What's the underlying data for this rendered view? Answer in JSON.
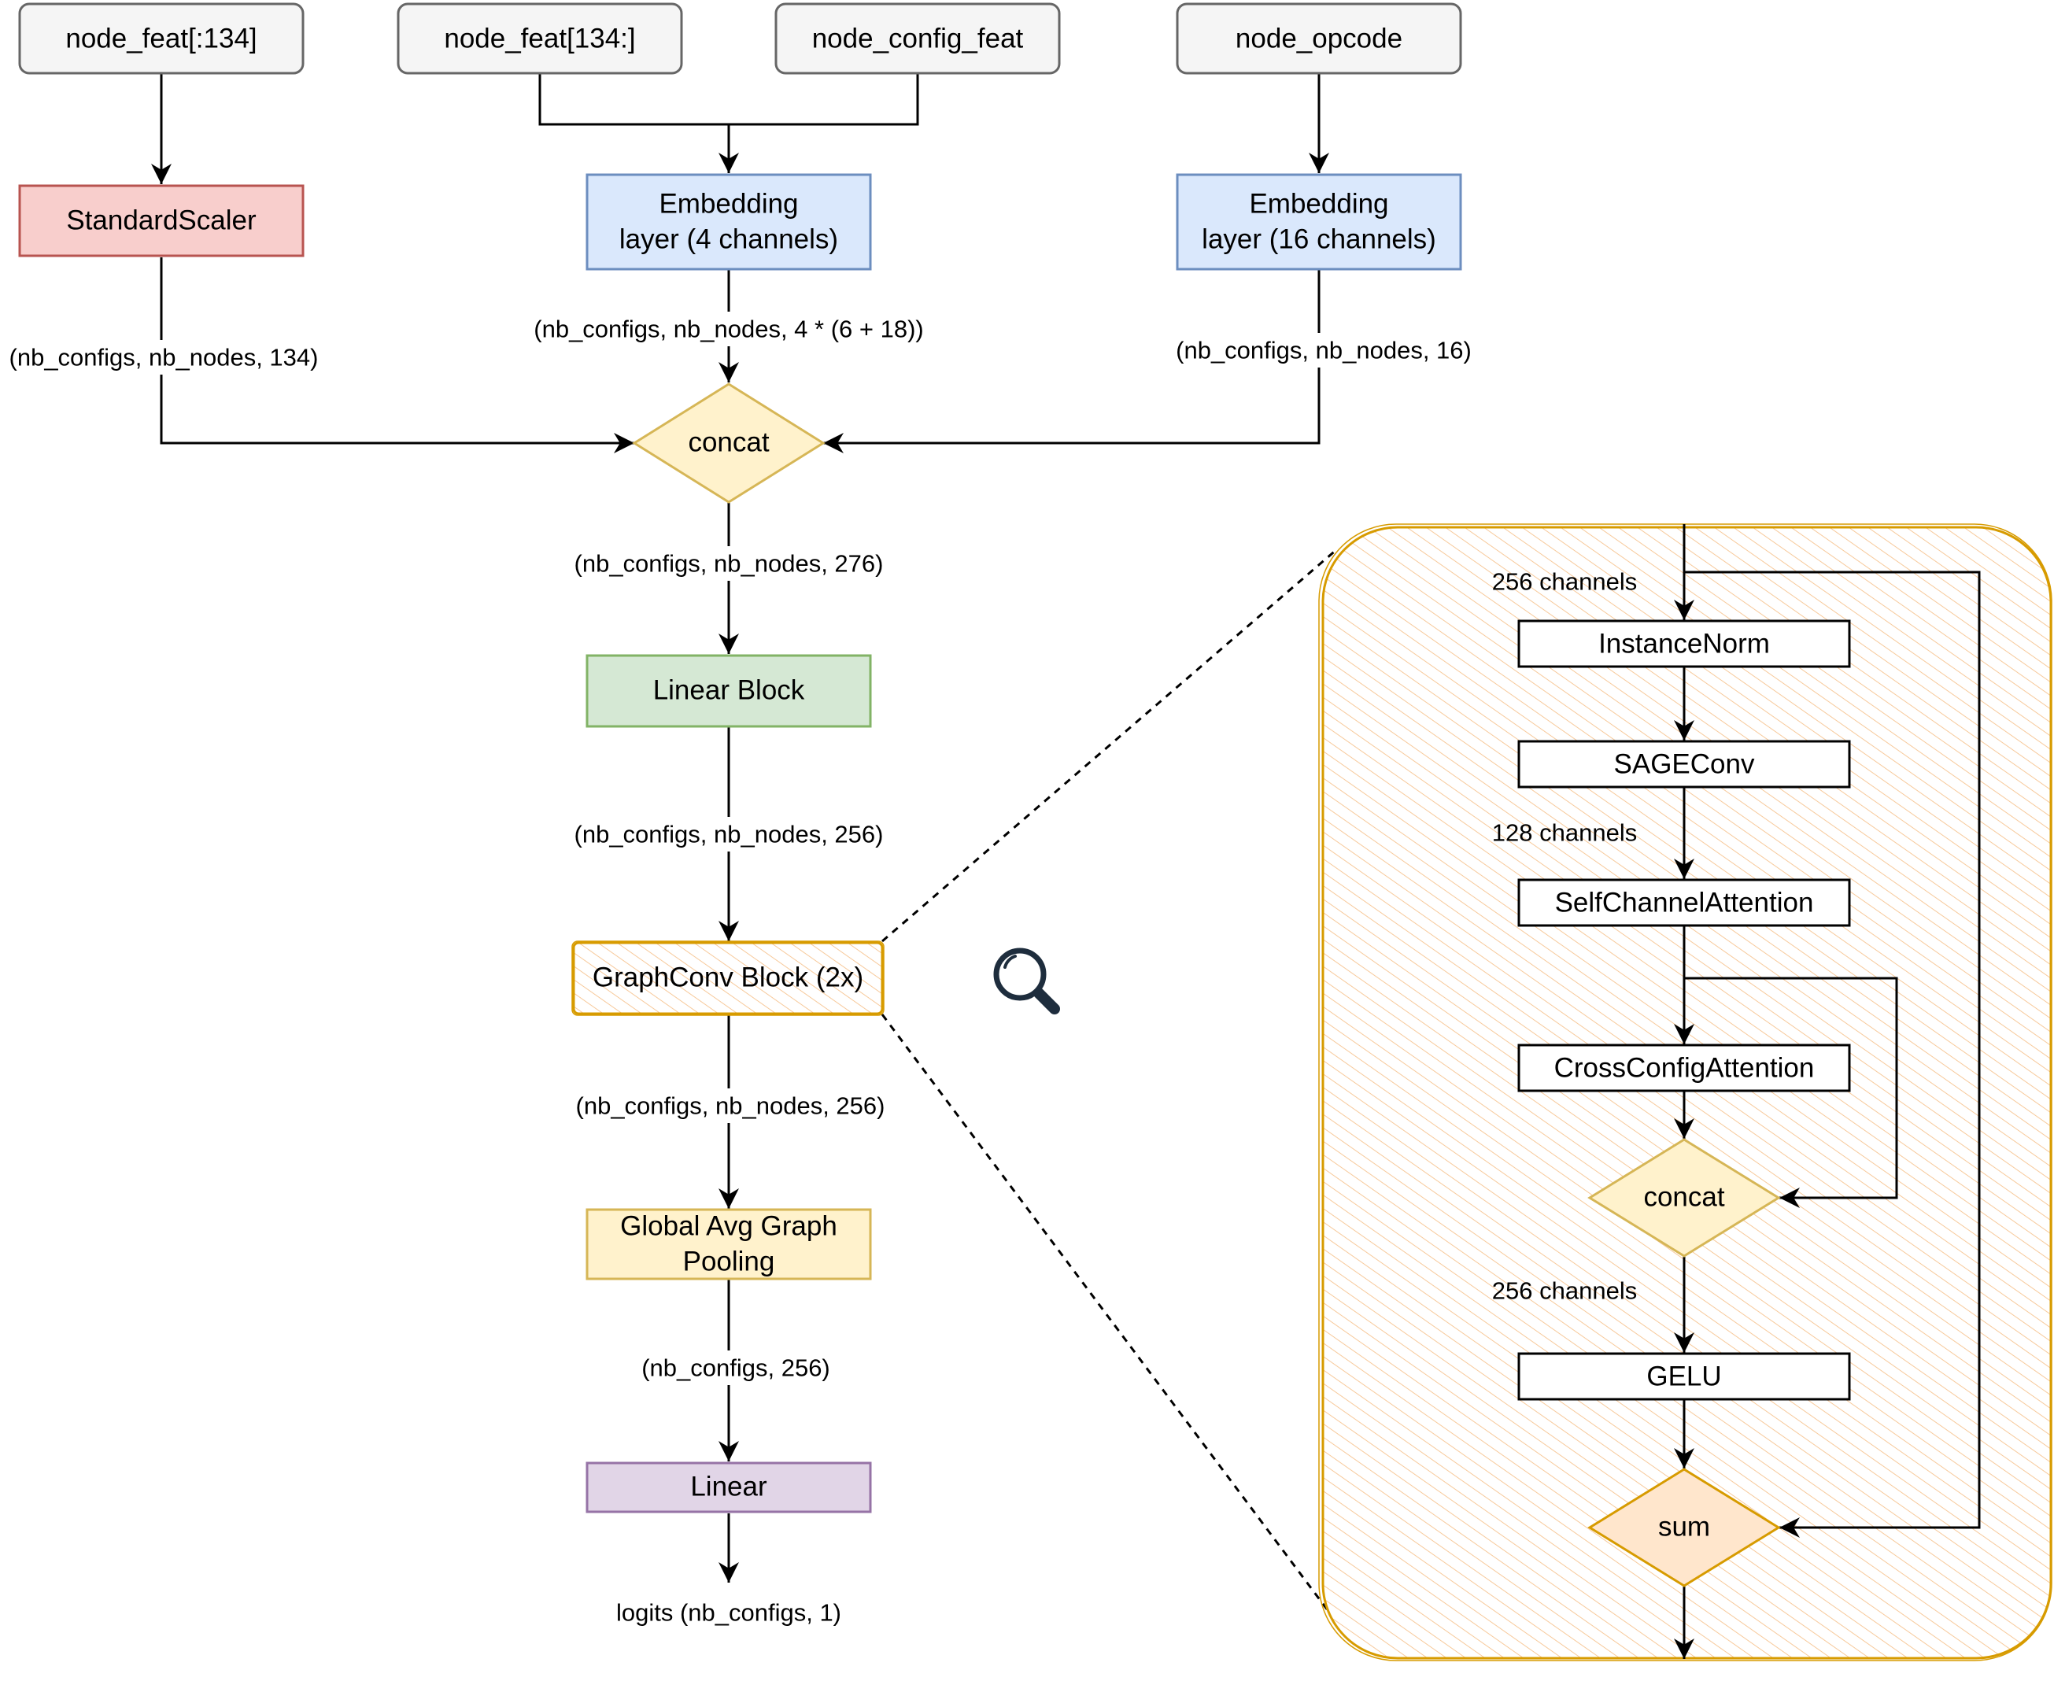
{
  "inputs": {
    "node_feat_a": "node_feat[:134]",
    "node_feat_b": "node_feat[134:]",
    "node_config_feat": "node_config_feat",
    "node_opcode": "node_opcode"
  },
  "blocks": {
    "standard_scaler": "StandardScaler",
    "embedding_4_line1": "Embedding",
    "embedding_4_line2": "layer (4 channels)",
    "embedding_16_line1": "Embedding",
    "embedding_16_line2": "layer (16 channels)",
    "concat": "concat",
    "linear_block": "Linear Block",
    "graphconv_block": "GraphConv Block (2x)",
    "global_pool_line1": "Global Avg Graph",
    "global_pool_line2": "Pooling",
    "linear": "Linear",
    "output": "logits (nb_configs, 1)"
  },
  "edge_labels": {
    "scaler_out": "(nb_configs, nb_nodes, 134)",
    "embed4_out": "(nb_configs, nb_nodes, 4 * (6 + 18))",
    "embed16_out": "(nb_configs, nb_nodes, 16)",
    "concat_out": "(nb_configs, nb_nodes, 276)",
    "linear_block_out": "(nb_configs, nb_nodes, 256)",
    "graphconv_out": "(nb_configs, nb_nodes, 256)",
    "pool_out": "(nb_configs, 256)"
  },
  "detail": {
    "in_channels": "256 channels",
    "instance_norm": "InstanceNorm",
    "sage_conv": "SAGEConv",
    "mid_channels": "128 channels",
    "self_channel_attention": "SelfChannelAttention",
    "cross_config_attention": "CrossConfigAttention",
    "concat": "concat",
    "out_channels": "256 channels",
    "gelu": "GELU",
    "sum": "sum"
  },
  "icons": {
    "zoom": "magnifier-icon"
  },
  "colors": {
    "input_fill": "#f5f5f5",
    "input_stroke": "#666666",
    "red_fill": "#f8cecc",
    "red_stroke": "#b85450",
    "blue_fill": "#dae8fc",
    "blue_stroke": "#6c8ebf",
    "green_fill": "#d5e8d4",
    "green_stroke": "#82b366",
    "yellow_fill": "#fff2cc",
    "yellow_stroke": "#d6b656",
    "purple_fill": "#e1d5e7",
    "purple_stroke": "#9673a6",
    "orange_fill": "#ffe6cc",
    "orange_stroke": "#d79b00",
    "hatch": "#f7c99a",
    "magnifier": "#1e2d3d"
  }
}
